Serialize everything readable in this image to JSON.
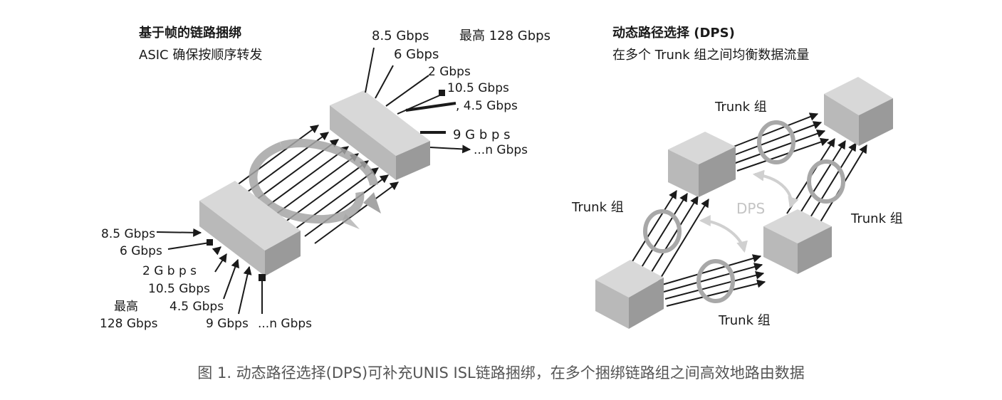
{
  "left": {
    "title": "基于帧的链路捆绑",
    "subtitle": "ASIC 确保按顺序转发",
    "out_labels": [
      "8.5 Gbps",
      "6 Gbps",
      "2 Gbps",
      "10.5 Gbps",
      ", 4.5 Gbps",
      "9 G b p s",
      "...n Gbps"
    ],
    "out_max": "最高 128 Gbps",
    "in_labels": [
      "8.5 Gbps",
      "6 Gbps",
      "2 G b p s",
      "10.5 Gbps",
      "4.5 Gbps",
      "9 Gbps",
      "...n Gbps"
    ],
    "in_max_line1": "最高",
    "in_max_line2": "128 Gbps"
  },
  "right": {
    "title": "动态路径选择 (DPS)",
    "subtitle": "在多个 Trunk 组之间均衡数据流量",
    "trunk_labels": [
      "Trunk 组",
      "Trunk 组",
      "Trunk 组",
      "Trunk 组"
    ],
    "center_label": "DPS"
  },
  "caption": "图 1. 动态路径选择(DPS)可补充UNIS ISL链路捆绑，在多个捆绑链路组之间高效地路由数据"
}
